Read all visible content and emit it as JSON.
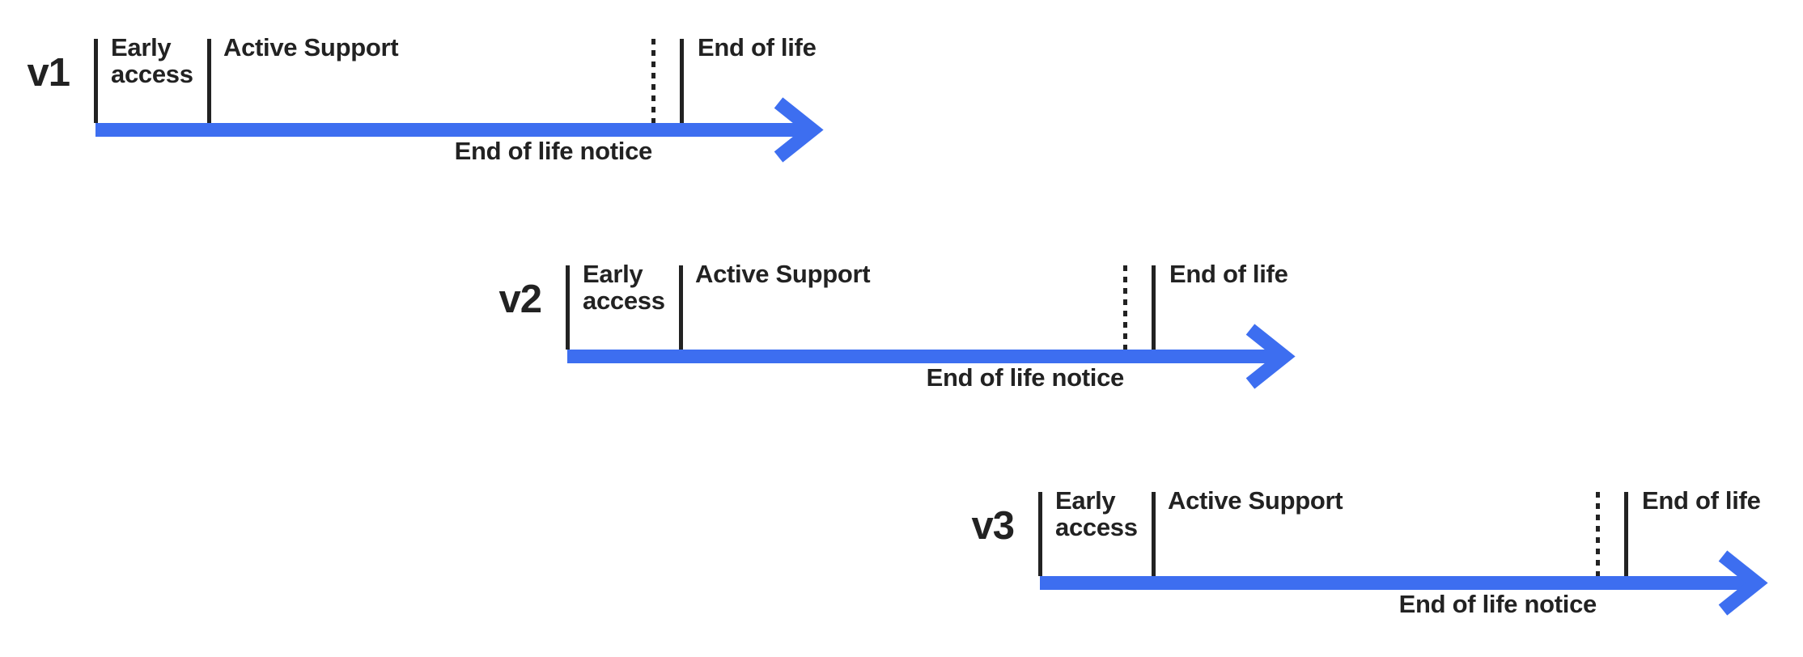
{
  "palette": {
    "arrow_blue": "#3d6ef0",
    "ink": "#222222",
    "background": "#ffffff"
  },
  "diagram": {
    "type": "version-lifecycle-timelines",
    "phase_sequence": [
      "Early access",
      "Active Support",
      "End of life notice",
      "End of life"
    ]
  },
  "timelines": [
    {
      "version": "v1",
      "early_access": "Early access",
      "active_support": "Active Support",
      "end_of_life": "End of life",
      "end_of_life_notice": "End of life notice"
    },
    {
      "version": "v2",
      "early_access": "Early access",
      "active_support": "Active Support",
      "end_of_life": "End of life",
      "end_of_life_notice": "End of life notice"
    },
    {
      "version": "v3",
      "early_access": "Early access",
      "active_support": "Active Support",
      "end_of_life": "End of life",
      "end_of_life_notice": "End of life notice"
    }
  ]
}
